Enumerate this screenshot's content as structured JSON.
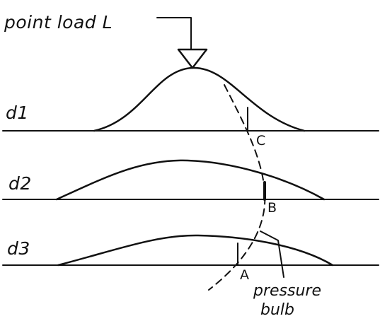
{
  "load_label": "point load L",
  "depths": [
    "d1",
    "d2",
    "d3"
  ],
  "points": [
    "C",
    "B",
    "A"
  ],
  "bulb_label": [
    "pressure",
    "bulb"
  ]
}
